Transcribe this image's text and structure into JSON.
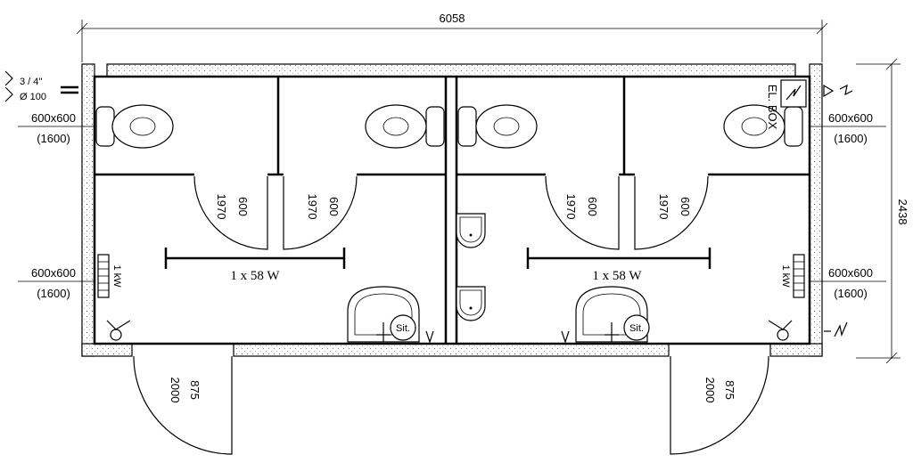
{
  "dimensions": {
    "overall_width": "6058",
    "overall_depth": "2438"
  },
  "windows": {
    "top_left": {
      "size": "600x600",
      "height": "(1600)"
    },
    "top_right": {
      "size": "600x600",
      "height": "(1600)"
    },
    "bottom_left": {
      "size": "600x600",
      "height": "(1600)"
    },
    "bottom_right": {
      "size": "600x600",
      "height": "(1600)"
    }
  },
  "pipe": {
    "size": "3 / 4''",
    "diameter": "Ø 100"
  },
  "electrical_box": "EL. BOX",
  "heaters": {
    "left": "1 kW",
    "right": "1 kW"
  },
  "lights": {
    "left": "1 x 58 W",
    "right": "1 x 58 W"
  },
  "cubicle_doors": [
    {
      "width": "600",
      "height": "1970"
    },
    {
      "width": "600",
      "height": "1970"
    },
    {
      "width": "600",
      "height": "1970"
    },
    {
      "width": "600",
      "height": "1970"
    }
  ],
  "entrance_doors": [
    {
      "width": "875",
      "height": "2000"
    },
    {
      "width": "875",
      "height": "2000"
    }
  ],
  "sink_labels": {
    "left": "Sit.",
    "right": "Sit."
  }
}
